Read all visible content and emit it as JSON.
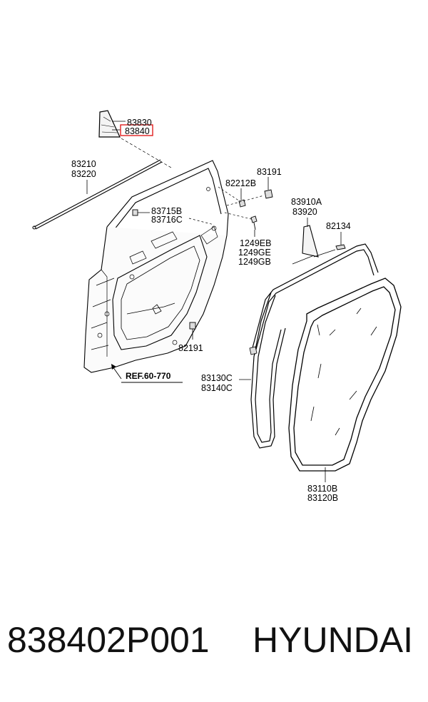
{
  "labels": {
    "l83830": "83830",
    "l83840": "83840",
    "l83210": "83210",
    "l83220": "83220",
    "l82212B": "82212B",
    "l83191": "83191",
    "l83715B": "83715B",
    "l83716C": "83716C",
    "l1249EB": "1249EB",
    "l1249GE": "1249GE",
    "l1249GB": "1249GB",
    "l83910A": "83910A",
    "l83920": "83920",
    "l82134": "82134",
    "l82191": "82191",
    "ref": "REF.60-770",
    "l83130C": "83130C",
    "l83140C": "83140C",
    "l83110B": "83110B",
    "l83120B": "83120B"
  },
  "footer": {
    "part_number": "838402P001",
    "brand": "HYUNDAI"
  },
  "colors": {
    "highlight": "#e02020"
  }
}
